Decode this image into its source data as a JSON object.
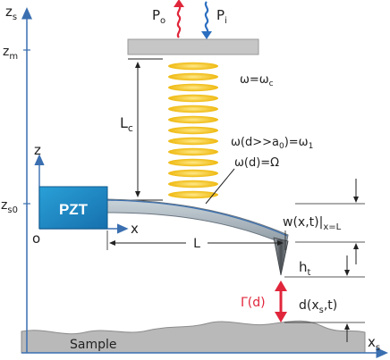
{
  "labels": {
    "zs": "z",
    "zs_sub": "s",
    "xs": "x",
    "xs_sub": "s",
    "zm": "z",
    "zm_sub": "m",
    "zs0": "z",
    "zs0_sub": "s0",
    "z": "z",
    "o": "o",
    "x": "x",
    "pzt": "PZT",
    "po": "P",
    "po_sub": "o",
    "pi": "P",
    "pi_sub": "i",
    "lc": "L",
    "lc_sub": "c",
    "omega_c": "ω=ω",
    "omega_c_sub": "c",
    "omega1": "ω(d>>a",
    "omega1_sub0": "0",
    "omega1_mid": ")=ω",
    "omega1_sub1": "1",
    "omega_d": "ω(d)=Ω",
    "L": "L",
    "w": "w(x,t)|",
    "w_sub": "x=L",
    "ht": "h",
    "ht_sub": "t",
    "gamma": "Γ(d)",
    "d": "d(x",
    "d_sub": "s",
    "d_tail": ",t)",
    "sample": "Sample"
  },
  "colors": {
    "axis": "#3a6fb0",
    "pzt": "#1f8fc9",
    "cantilever": "#a9b4bc",
    "mirror": "#c6c6c6",
    "field": "#f2c21c",
    "red": "#e0263b",
    "blue": "#2c6fc0",
    "sample": "#b9b9b9"
  },
  "field_layers": 13
}
